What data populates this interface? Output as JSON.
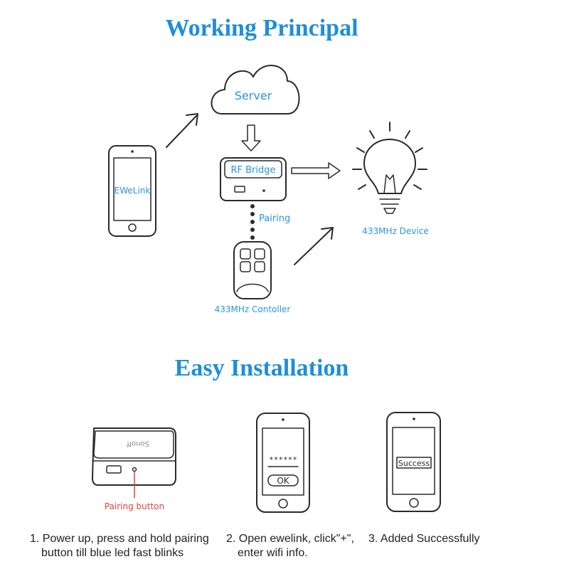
{
  "working": {
    "title": "Working Principal",
    "server_label": "Server",
    "phone_label": "EWeLink",
    "bridge_label": "RF Bridge",
    "pairing_label": "Pairing",
    "device_label": "433MHz Device",
    "controller_label": "433MHz Contoller"
  },
  "installation": {
    "title": "Easy Installation",
    "hub_brand": "Sonoff",
    "pairing_button_label": "Pairing button",
    "password_mask": "******",
    "ok_label": "OK",
    "success_label": "Success",
    "steps": [
      {
        "line1": "1. Power up, press and hold pairing",
        "line2": "button till blue led fast blinks"
      },
      {
        "line1": "2. Open ewelink, click\"+\",",
        "line2": "enter wifi info."
      },
      {
        "line1": "3. Added Successfully",
        "line2": ""
      }
    ]
  },
  "colors": {
    "heading": "#1e8fd6",
    "label": "#2a95d8",
    "accent": "#d9473a"
  }
}
